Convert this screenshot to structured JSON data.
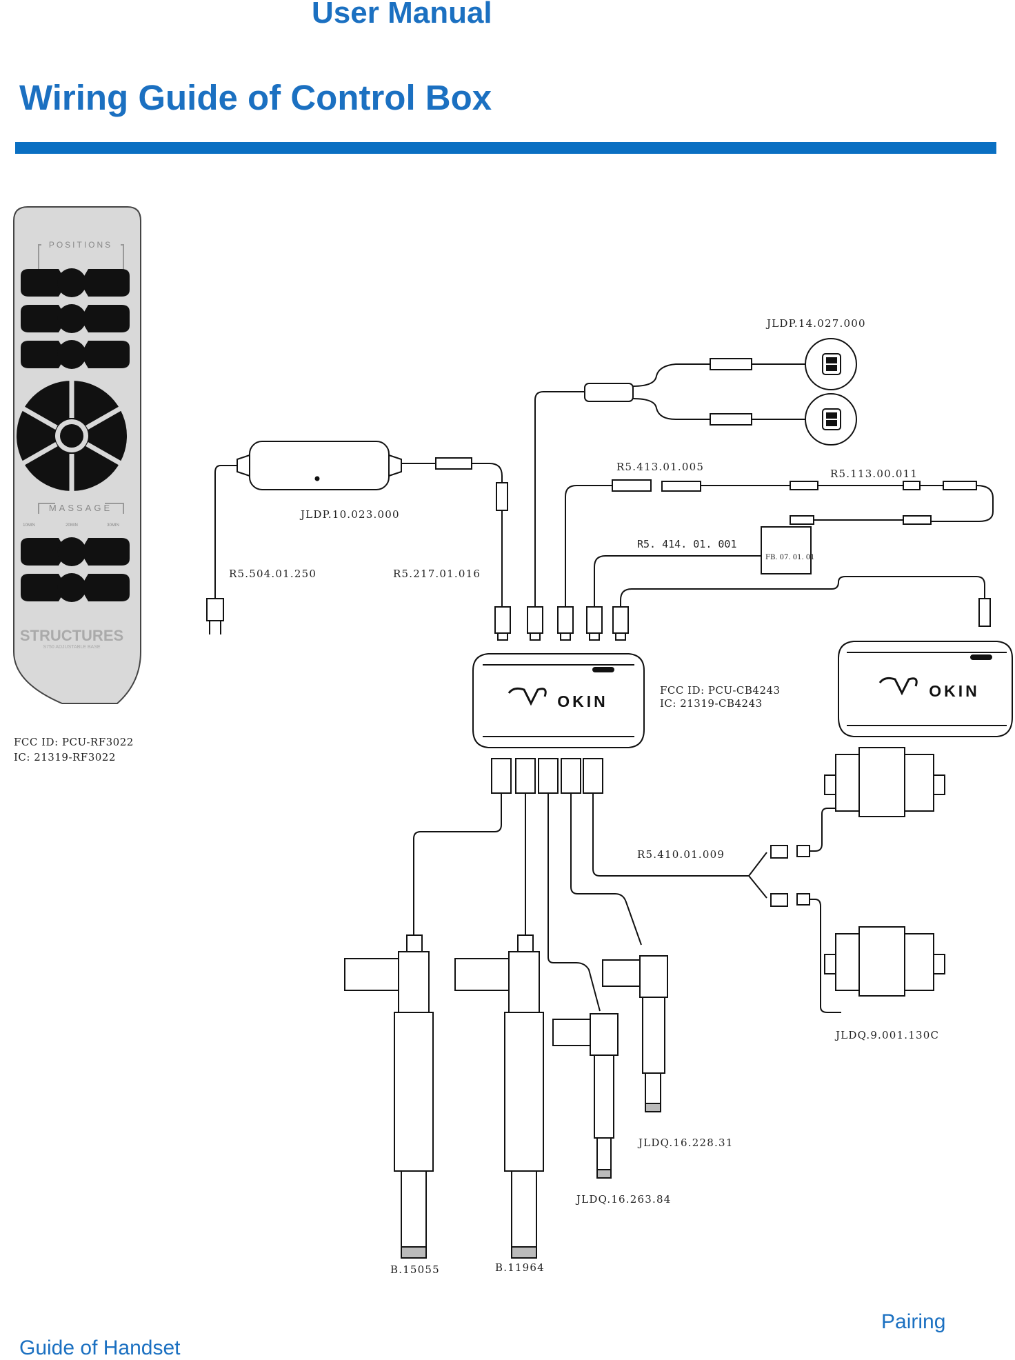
{
  "header": {
    "manual_title": "User Manual",
    "section_title": "Wiring Guide of Control Box"
  },
  "labels": {
    "usb_hub": "JLDP.14.027.000",
    "cable_413": "R5.413.01.005",
    "cable_113": "R5.113.00.011",
    "cable_414": "R5. 414. 01. 001",
    "fb_box": "FB. 07. 01. 01",
    "power_supply": "JLDP.10.023.000",
    "power_cord": "R5.504.01.250",
    "cable_217": "R5.217.01.016",
    "control_box_fcc": "FCC ID: PCU-CB4243",
    "control_box_ic": "IC: 21319-CB4243",
    "remote_fcc": "FCC ID: PCU-RF3022",
    "remote_ic": "IC: 21319-RF3022",
    "splitter_cable": "R5.410.01.009",
    "massage_motor": "JLDQ.9.001.130C",
    "actuator_228": "JLDQ.16.228.31",
    "actuator_263": "JLDQ.16.263.84",
    "actuator_15055": "B.15055",
    "actuator_11964": "B.11964"
  },
  "remote": {
    "positions_label": "POSITIONS",
    "massage_label": "MASSAGE",
    "massage_modes": [
      "10MIN",
      "20MIN",
      "30MIN"
    ],
    "brand": "STRUCTURES",
    "brand_sub": "S750 ADJUSTABLE BASE"
  },
  "control_box": {
    "brand": "OKIN"
  },
  "footer": {
    "pairing": "Pairing",
    "handset_guide": "Guide of Handset"
  },
  "colors": {
    "accent": "#1b70c1",
    "rule": "#0a6fc2",
    "line": "#111111"
  }
}
